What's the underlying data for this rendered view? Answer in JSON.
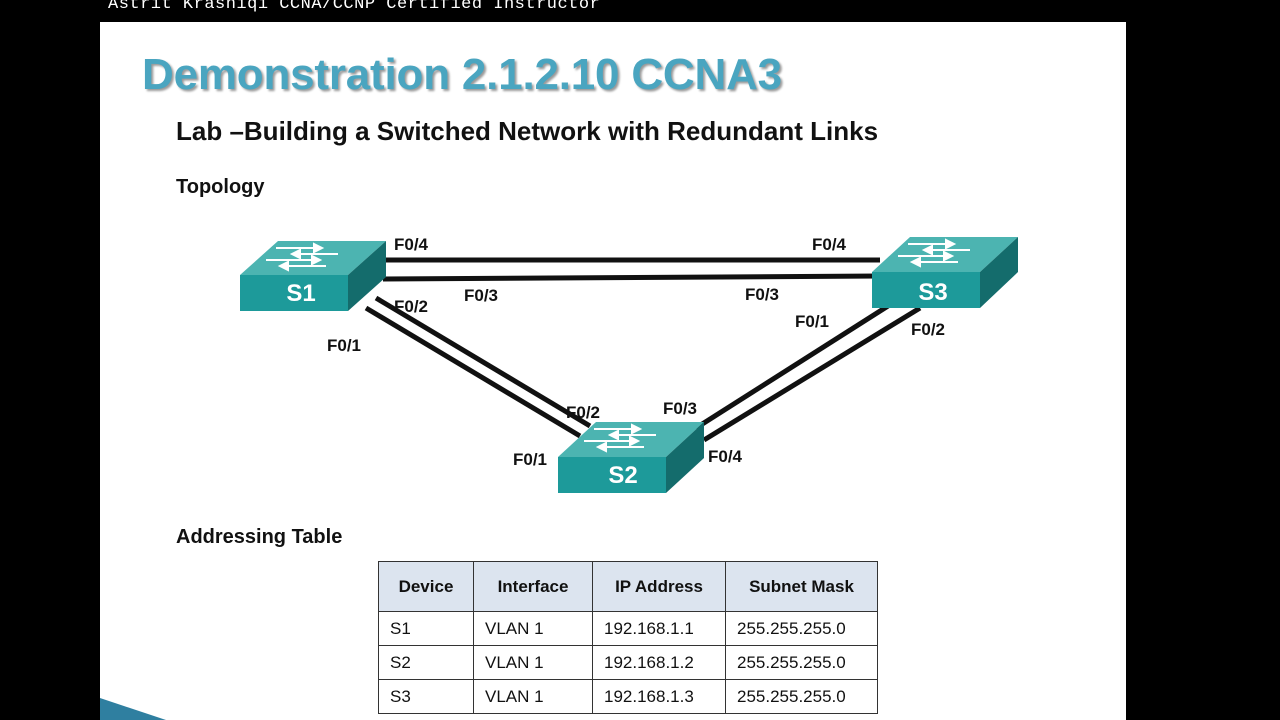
{
  "header": {
    "instructor": "Astrit Krasniqi CCNA/CCNP Certified Instructor"
  },
  "slide": {
    "title": "Demonstration 2.1.2.10 CCNA3",
    "subtitle": "Lab –Building a Switched Network with Redundant Links",
    "topology_heading": "Topology",
    "addressing_heading": "Addressing Table"
  },
  "topology": {
    "switches": [
      "S1",
      "S2",
      "S3"
    ],
    "ports": {
      "s1_f04": "F0/4",
      "s3_f04": "F0/4",
      "s1_f03": "F0/3",
      "s3_f03": "F0/3",
      "s1_f02": "F0/2",
      "s1_f01": "F0/1",
      "s2_f02": "F0/2",
      "s2_f01": "F0/1",
      "s3_f01": "F0/1",
      "s3_f02": "F0/2",
      "s2_f03": "F0/3",
      "s2_f04": "F0/4"
    }
  },
  "addressing_table": {
    "headers": [
      "Device",
      "Interface",
      "IP Address",
      "Subnet Mask"
    ],
    "rows": [
      [
        "S1",
        "VLAN 1",
        "192.168.1.1",
        "255.255.255.0"
      ],
      [
        "S2",
        "VLAN 1",
        "192.168.1.2",
        "255.255.255.0"
      ],
      [
        "S3",
        "VLAN 1",
        "192.168.1.3",
        "255.255.255.0"
      ]
    ]
  },
  "colors": {
    "title": "#4aa5c0",
    "switch_front": "#1d9a9a",
    "switch_top": "#4cb4b1",
    "table_header_bg": "#dce4ef"
  },
  "icons": {
    "switch": "switch-icon"
  }
}
